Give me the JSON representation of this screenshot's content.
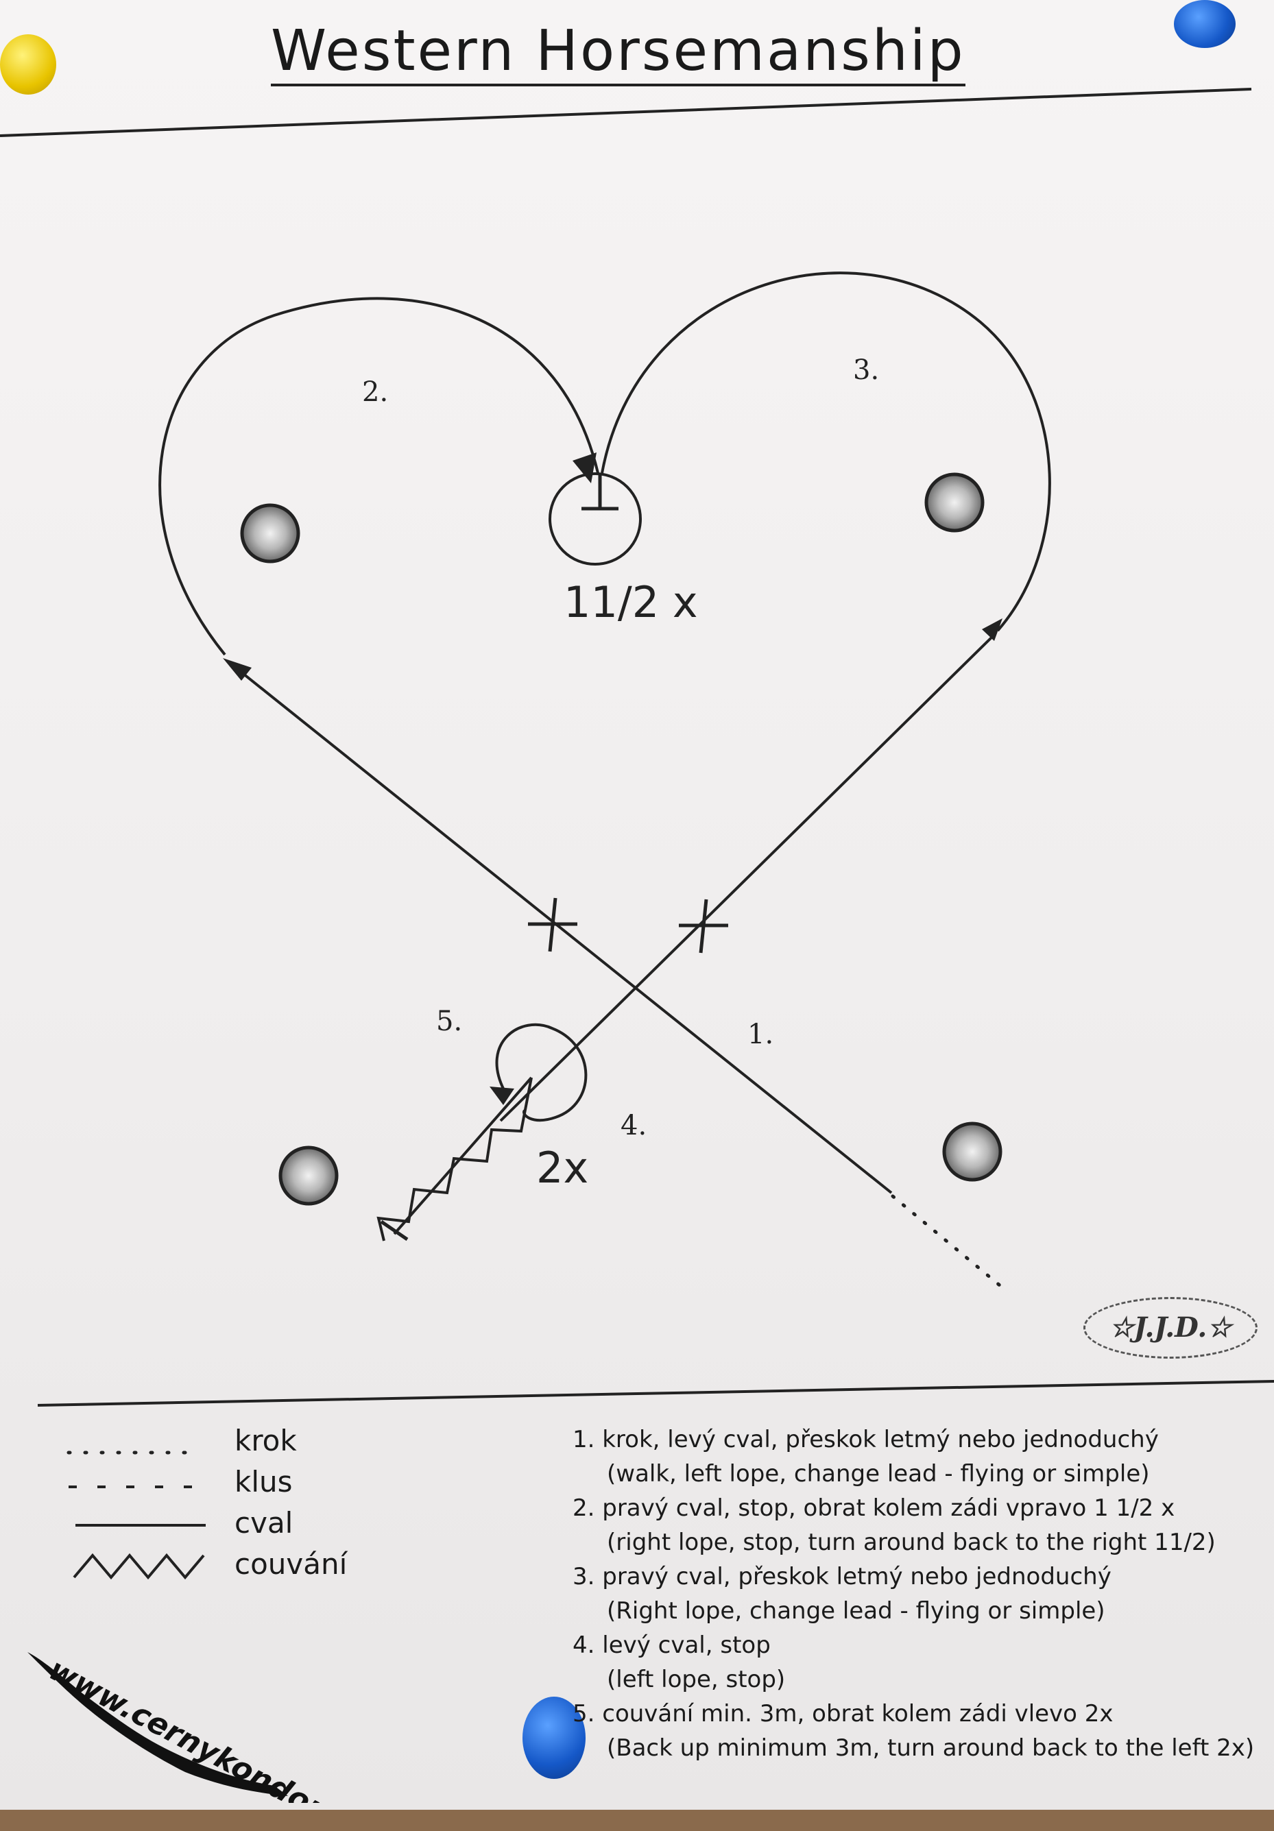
{
  "title": "Western Horsemanship",
  "diagram": {
    "labels": {
      "s1": "1.",
      "s2": "2.",
      "s3": "3.",
      "s4": "4.",
      "s5": "5.",
      "turn_right": "11/2 x",
      "turn_left": "2x"
    }
  },
  "legend": [
    {
      "label": "krok",
      "pattern": "dotted"
    },
    {
      "label": "klus",
      "pattern": "dashed"
    },
    {
      "label": "cval",
      "pattern": "solid"
    },
    {
      "label": "couvání",
      "pattern": "zigzag"
    }
  ],
  "instructions": [
    {
      "cz": "1. krok, levý cval,  přeskok letmý nebo jednoduchý",
      "en": "(walk, left lope, change lead - flying or simple)"
    },
    {
      "cz": "2. pravý cval, stop, obrat kolem zádi vpravo   1 1/2 x",
      "en": "(right lope, stop, turn around back to the right 11/2)"
    },
    {
      "cz": "3. pravý  cval,  přeskok letmý nebo jednoduchý",
      "en": "(Right lope, change lead - flying or simple)"
    },
    {
      "cz": "4. levý cval, stop",
      "en": "(left lope, stop)"
    },
    {
      "cz": "5. couvání min. 3m, obrat kolem zádi vlevo  2x",
      "en": "(Back up minimum 3m, turn around back to the left 2x)"
    }
  ],
  "badge": "☆J.J.D.☆",
  "watermark": "www.cernykondor.cz"
}
